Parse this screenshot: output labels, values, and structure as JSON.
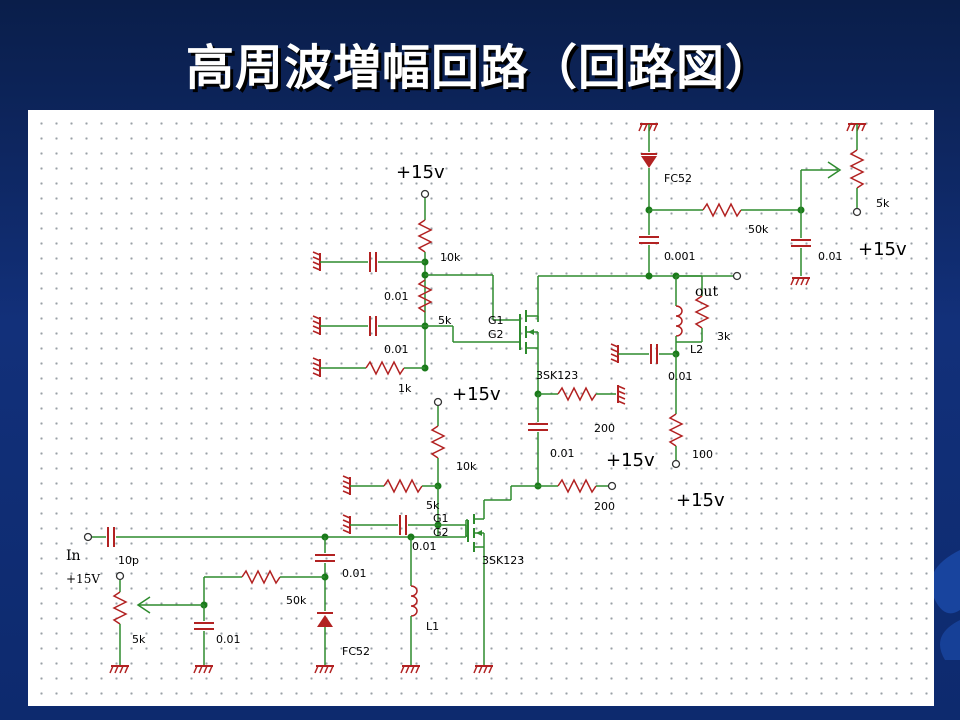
{
  "slide": {
    "title": "高周波増幅回路（回路図）"
  },
  "colors": {
    "wire": "#2e8b2e",
    "component": "#b22222",
    "ground": "#b22222",
    "junction": "#1a7a1a",
    "background": "#0d2a6e"
  },
  "labels": {
    "vplus_top": "+15v",
    "vplus_mid": "+15v",
    "vplus_right": "+15v",
    "vplus_r2": "+15v",
    "vplus_r3": "+15v",
    "vplus_in": "+15V",
    "in": "In",
    "out": "out",
    "fc52_top": "FC52",
    "fc52_bottom": "FC52",
    "r_5k_topright": "5k",
    "r_50k_top": "50k",
    "c_001_top": "0.01",
    "c_0001": "0.001",
    "r_10k_a": "10k",
    "c_001_a": "0.01",
    "r_5k_a": "5k",
    "g1_a": "G1",
    "g2_a": "G2",
    "c_001_b": "0.01",
    "r_1k": "1k",
    "r_3k": "3k",
    "l2": "L2",
    "c_001_l2": "0.01",
    "q_top": "3SK123",
    "r_200_a": "200",
    "c_001_mid": "0.01",
    "r_100": "100",
    "r_10k_b": "10k",
    "r_5k_b": "5k",
    "g1_b": "G1",
    "g2_b": "G2",
    "c_001_g2b": "0.01",
    "r_200_b": "200",
    "q_bottom": "3SK123",
    "c_10p": "10p",
    "c_001_fc": "0.01",
    "r_50k_bottom": "50k",
    "l1": "L1",
    "r_5k_in": "5k",
    "c_001_in": "0.01"
  }
}
